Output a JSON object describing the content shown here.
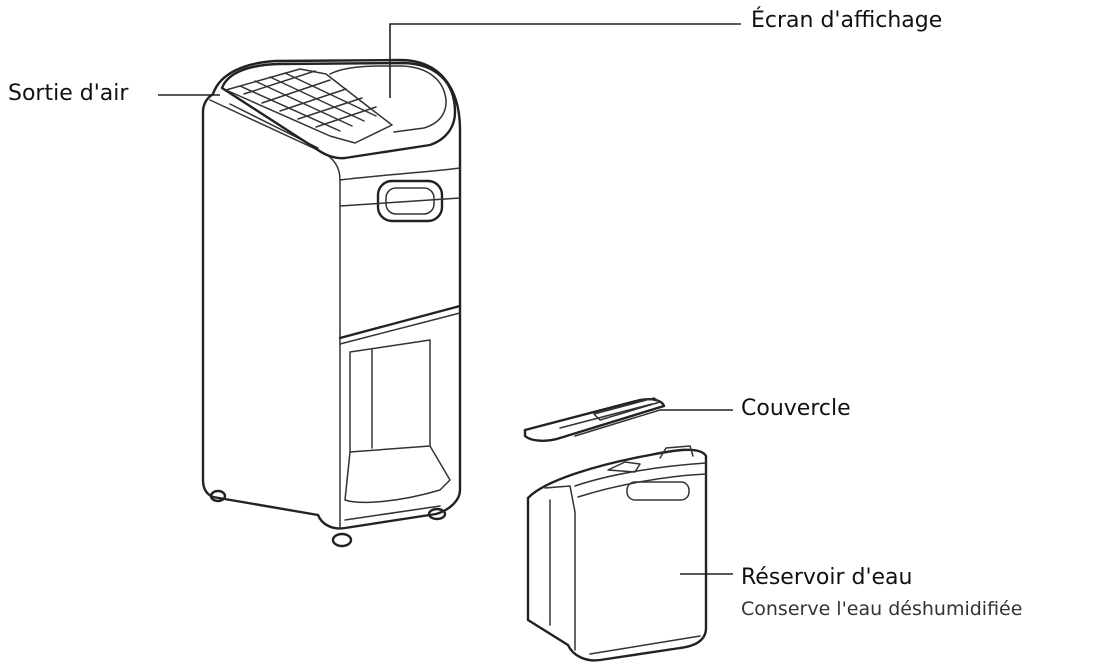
{
  "labels": {
    "display_screen": "Écran d'affichage",
    "air_outlet": "Sortie d'air",
    "cover": "Couvercle",
    "water_tank": "Réservoir d'eau",
    "water_tank_desc": "Conserve l'eau déshumidifiée"
  }
}
